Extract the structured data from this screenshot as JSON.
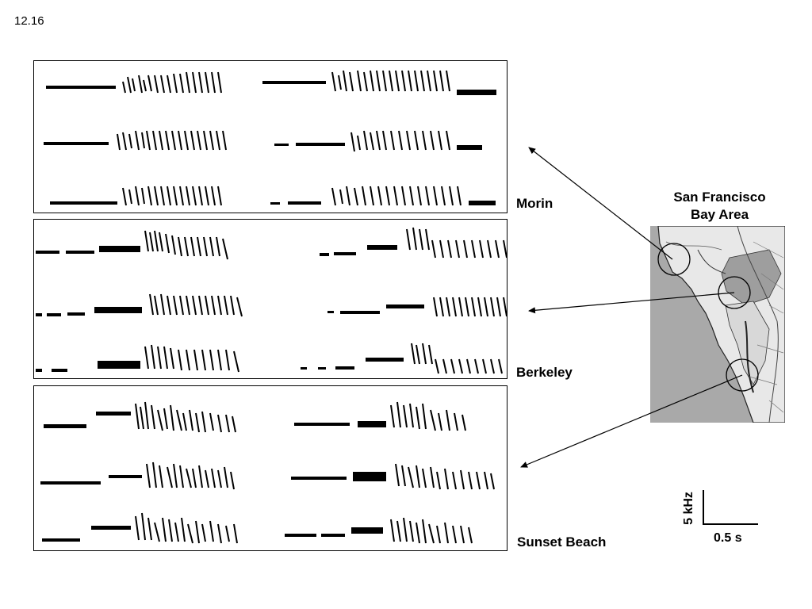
{
  "slide_number": "12.16",
  "panels": [
    {
      "label": "Morin"
    },
    {
      "label": "Berkeley"
    },
    {
      "label": "Sunset Beach"
    }
  ],
  "map": {
    "title_line1": "San Francisco",
    "title_line2": "Bay Area",
    "map_icon": "bay-area-map-icon"
  },
  "scale_bar": {
    "frequency": "5 kHz",
    "time": "0.5 s"
  }
}
